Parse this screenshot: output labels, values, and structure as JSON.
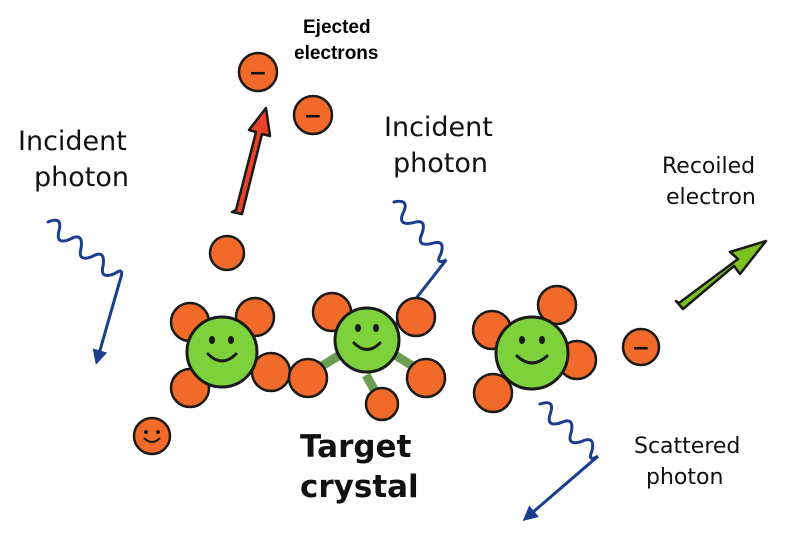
{
  "labels": {
    "ejected_line1": "Ejected",
    "ejected_line2": "electrons",
    "incident_left_line1": "Incident",
    "incident_left_line2": "photon",
    "incident_right_line1": "Incident",
    "incident_right_line2": "photon",
    "recoiled_line1": "Recoiled",
    "recoiled_line2": "electron",
    "target_line1": "Target",
    "target_line2": "crystal",
    "scattered_line1": "Scattered",
    "scattered_line2": "photon"
  },
  "electron_sign": "−",
  "colors": {
    "electron_fill": "#f26a2a",
    "atom_fill": "#7dd13a",
    "bond": "#6a9e52",
    "photon_wave": "#1a3d8f",
    "ejected_arrow": "#e8432a",
    "recoil_arrow": "#7ac21f",
    "outline": "#1a1a1a"
  }
}
